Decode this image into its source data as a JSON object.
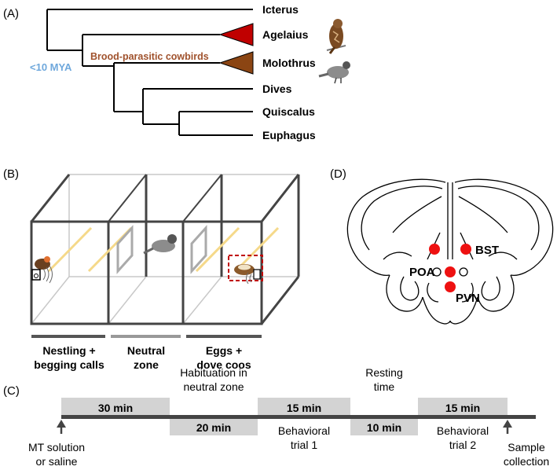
{
  "panels": {
    "a": "(A)",
    "b": "(B)",
    "c": "(C)",
    "d": "(D)"
  },
  "tree": {
    "taxa": [
      "Icterus",
      "Agelaius",
      "Molothrus",
      "Dives",
      "Quiscalus",
      "Euphagus"
    ],
    "time_label": "<10 MYA",
    "clade_label": "Brood-parasitic cowbirds",
    "colors": {
      "agelaius": "#c00000",
      "molothrus": "#8b4513",
      "mya": "#6fa8dc"
    }
  },
  "apparatus": {
    "zones": [
      {
        "line1": "Nestling +",
        "line2": "begging calls"
      },
      {
        "line1": "Neutral",
        "line2": "zone"
      },
      {
        "line1": "Eggs +",
        "line2": "dove coos"
      }
    ]
  },
  "brain": {
    "regions": [
      "BST",
      "POA",
      "PVN"
    ],
    "dot_color": "#ee1111"
  },
  "timeline": {
    "top_blocks": [
      "30 min",
      "15 min",
      "15 min"
    ],
    "bottom_blocks": [
      "20 min",
      "10 min"
    ],
    "habituation": [
      "Habituation in",
      "neutral zone"
    ],
    "resting": [
      "Resting",
      "time"
    ],
    "trial1": [
      "Behavioral",
      "trial 1"
    ],
    "trial2": [
      "Behavioral",
      "trial 2"
    ],
    "start": [
      "MT solution",
      "or saline"
    ],
    "end": [
      "Sample",
      "collection"
    ]
  }
}
